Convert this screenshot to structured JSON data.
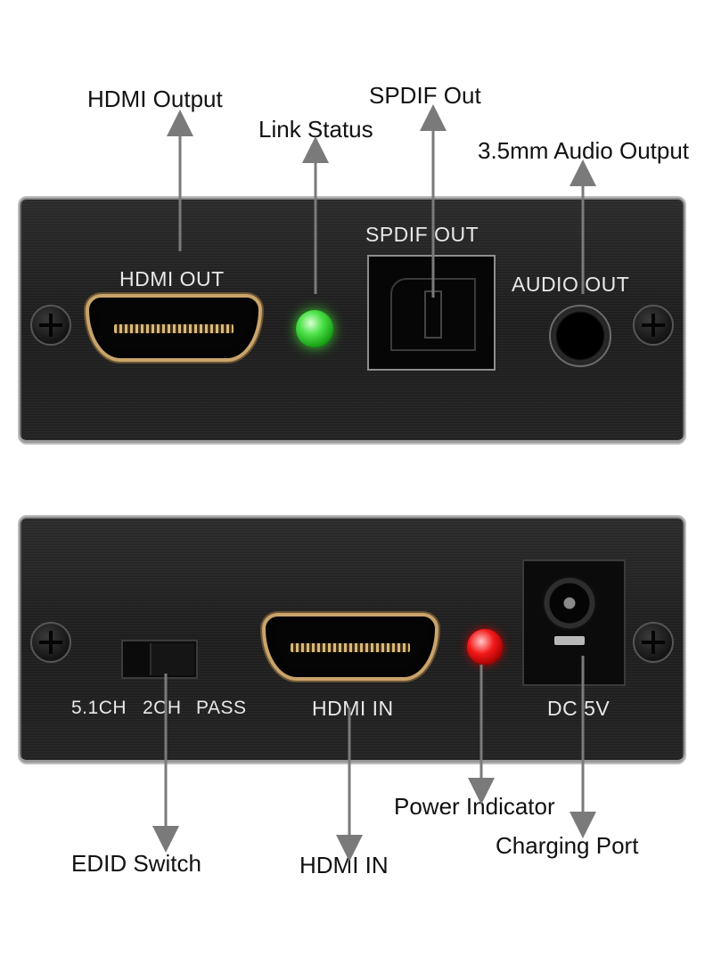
{
  "top_panel": {
    "callouts": {
      "hdmi_output": "HDMI Output",
      "link_status": "Link Status",
      "spdif_out": "SPDIF Out",
      "audio_output": "3.5mm Audio Output"
    },
    "labels": {
      "hdmi_out": "HDMI OUT",
      "spdif_out": "SPDIF OUT",
      "audio_out": "AUDIO OUT"
    }
  },
  "bottom_panel": {
    "callouts": {
      "edid_switch": "EDID Switch",
      "hdmi_in": "HDMI IN",
      "power_indicator": "Power Indicator",
      "charging_port": "Charging Port"
    },
    "labels": {
      "switch_51ch": "5.1CH",
      "switch_2ch": "2CH",
      "switch_pass": "PASS",
      "hdmi_in": "HDMI IN",
      "dc_5v": "DC 5V"
    }
  },
  "colors": {
    "link_led": "#3cd033",
    "power_led": "#e81010",
    "hdmi_connector": "#c9a46a",
    "arrow": "#7a7a7a"
  }
}
